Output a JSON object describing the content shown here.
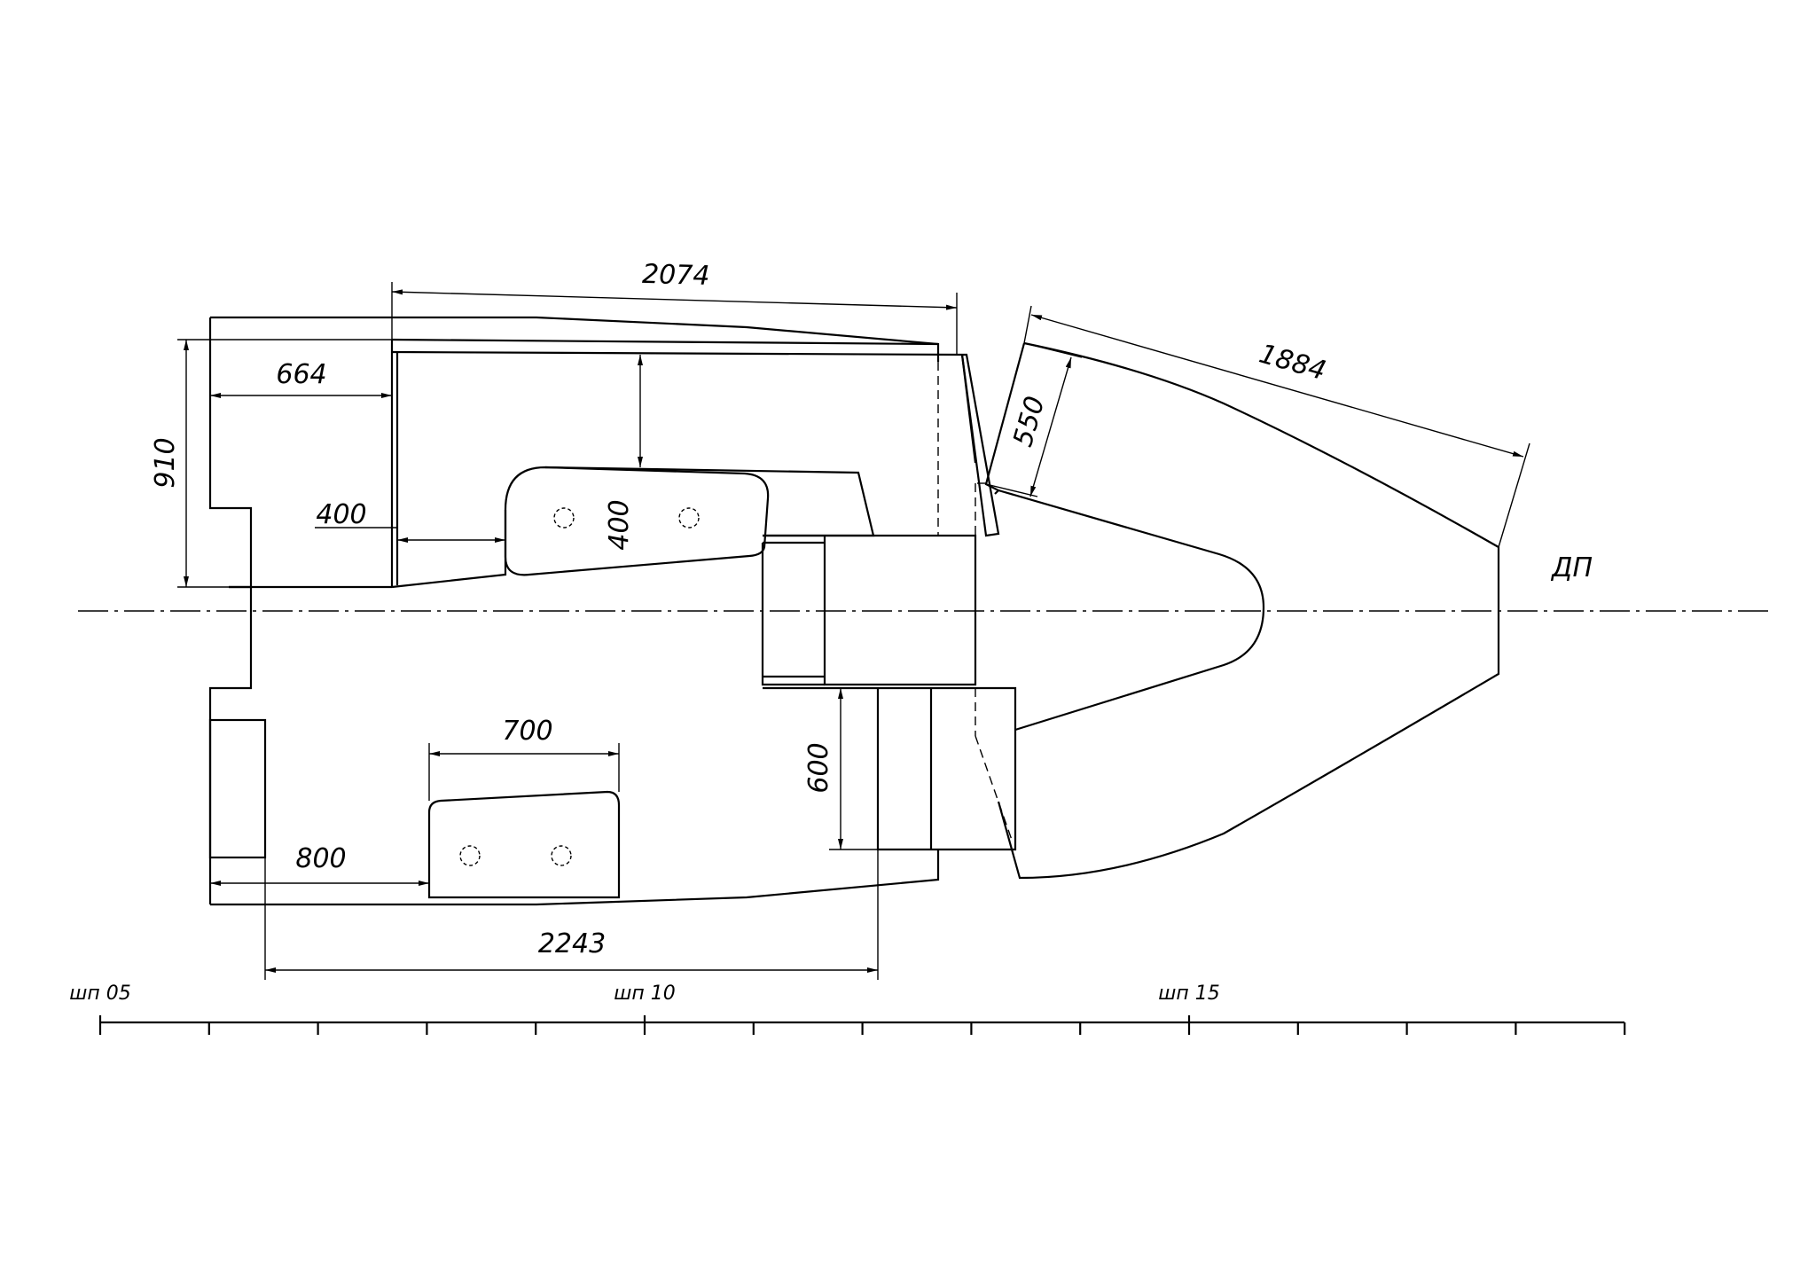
{
  "dimensions": {
    "top_length": "2074",
    "stern_width": "664",
    "stern_height": "910",
    "offset_400_horizontal": "400",
    "offset_400_vertical": "400",
    "seat_length": "700",
    "offset_800": "800",
    "overall_2243": "2243",
    "block_600": "600",
    "bow_width": "550",
    "bow_length": "1884"
  },
  "labels": {
    "centerline": "ДП",
    "frame_05": "шп 05",
    "frame_10": "шп 10",
    "frame_15": "шп 15"
  }
}
